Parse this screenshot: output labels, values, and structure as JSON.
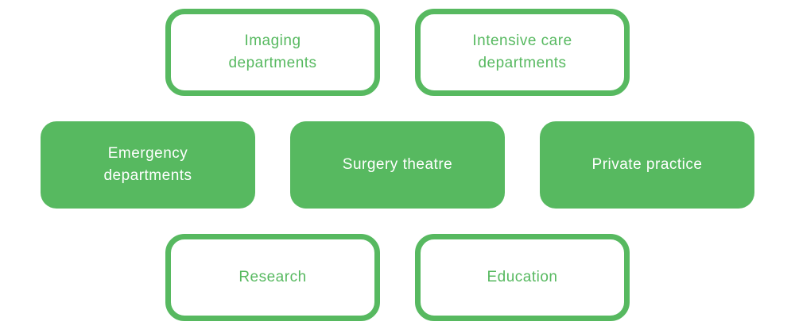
{
  "diagram": {
    "background_color": "#ffffff",
    "accent_green": "#57b960",
    "text_on_filled": "#ffffff",
    "rows": [
      {
        "items": [
          {
            "label": "Imaging departments",
            "variant": "outline"
          },
          {
            "label": "Intensive care departments",
            "variant": "outline"
          }
        ]
      },
      {
        "items": [
          {
            "label": "Emergency departments",
            "variant": "filled"
          },
          {
            "label": "Surgery theatre",
            "variant": "filled"
          },
          {
            "label": "Private practice",
            "variant": "filled"
          }
        ]
      },
      {
        "items": [
          {
            "label": "Research",
            "variant": "outline"
          },
          {
            "label": "Education",
            "variant": "outline"
          }
        ]
      }
    ]
  }
}
